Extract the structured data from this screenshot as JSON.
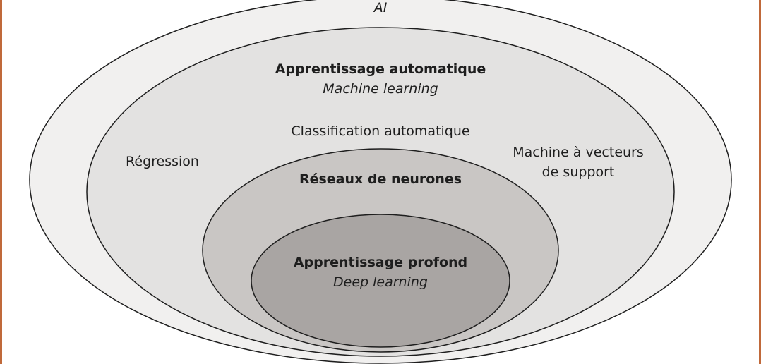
{
  "colors": {
    "border_accent": "#c0693a",
    "outline": "#1e1e1e",
    "ai_fill": "#f1f0ef",
    "ml_fill": "#e3e2e1",
    "nn_fill": "#c9c6c4",
    "dl_fill": "#a9a5a3"
  },
  "ai": {
    "label": "AI"
  },
  "machine_learning": {
    "title": "Apprentissage automatique",
    "subtitle": "Machine learning",
    "items": {
      "classification": "Classification automatique",
      "regression": "Régression",
      "svm_line1": "Machine à vecteurs",
      "svm_line2": "de support"
    }
  },
  "neural_networks": {
    "title": "Réseaux de neurones"
  },
  "deep_learning": {
    "title": "Apprentissage profond",
    "subtitle": "Deep learning"
  }
}
